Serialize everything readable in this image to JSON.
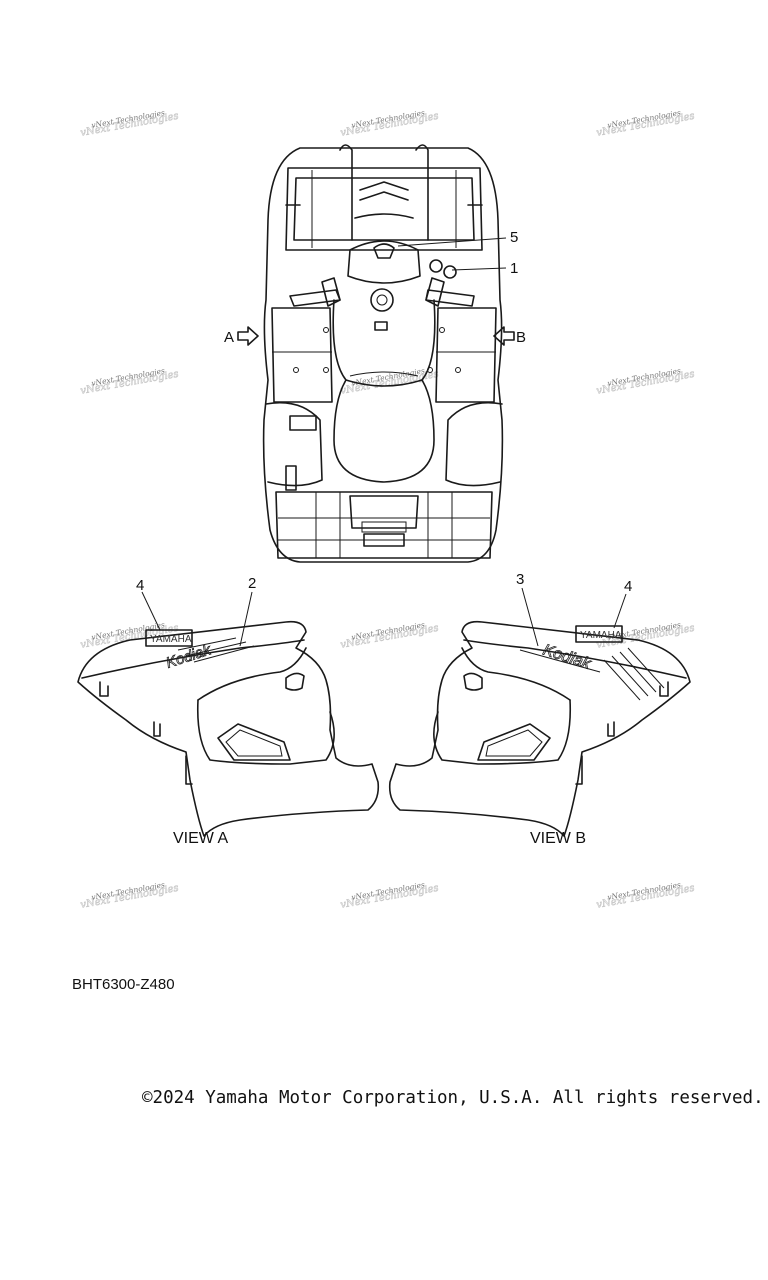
{
  "watermark": {
    "line1": "vNext Technologies",
    "line2": "vNext Technologies"
  },
  "callouts": {
    "c1": "1",
    "c2": "2",
    "c3": "3",
    "c4_left": "4",
    "c4_right": "4",
    "c5": "5"
  },
  "arrows": {
    "a": "A",
    "b": "B"
  },
  "views": {
    "a": "VIEW A",
    "b": "VIEW B"
  },
  "decals": {
    "brand": "YAMAHA",
    "model": "Kodiak"
  },
  "diagram_code": "BHT6300-Z480",
  "copyright": "©2024 Yamaha Motor Corporation, U.S.A. All rights reserved."
}
